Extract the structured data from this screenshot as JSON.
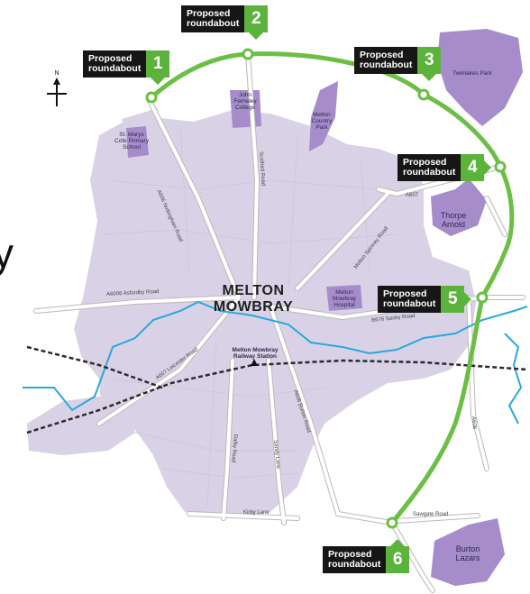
{
  "map": {
    "town_name_line1": "MELTON",
    "town_name_line2": "MOWBRAY",
    "north_label": "N",
    "edge_glyph": "y",
    "callouts": [
      {
        "number": "1",
        "line1": "Proposed",
        "line2": "roundabout"
      },
      {
        "number": "2",
        "line1": "Proposed",
        "line2": "roundabout"
      },
      {
        "number": "3",
        "line1": "Proposed",
        "line2": "roundabout"
      },
      {
        "number": "4",
        "line1": "Proposed",
        "line2": "roundabout"
      },
      {
        "number": "5",
        "line1": "Proposed",
        "line2": "roundabout"
      },
      {
        "number": "6",
        "line1": "Proposed",
        "line2": "roundabout"
      }
    ],
    "places": {
      "john_ferneley": [
        "John",
        "Ferneley",
        "College"
      ],
      "melton_country_park": [
        "Melton",
        "Country",
        "Park"
      ],
      "twinlakes": "Twinlakes Park",
      "st_marys": [
        "St. Marys",
        "Cofe Primary",
        "School"
      ],
      "thorpe_arnold": [
        "Thorpe",
        "Arnold"
      ],
      "hospital": [
        "Melton",
        "Mowbray",
        "Hospital"
      ],
      "station": [
        "Melton Mowbray",
        "Railway Station"
      ],
      "burton_lazars": [
        "Burton",
        "Lazars"
      ]
    },
    "roads": {
      "nottingham": "A606 Nottingham Road",
      "scalford": "Scalford Road",
      "asfordby": "A6006 Asfordby Road",
      "leicester": "A607 Leicester Road",
      "saxby": "B676 Saxby Road",
      "melton_spinney": "Melton Spinney Road",
      "a607": "A607",
      "burton": "A606 Burton Road",
      "dalby": "Dalby Road",
      "sandy": "Sandy Lane",
      "kirby": "Kirby Lane",
      "sawgate": "Sawgate Road",
      "a606": "A606"
    },
    "colors": {
      "relief_road": "#6cbf45",
      "urban": "#d9d2e6",
      "landmark": "#a78ccb",
      "river": "#2aa7dc",
      "road": "#ffffff",
      "road_edge": "#b9b9b9",
      "railway": "#2b2b2b",
      "label_box": "#161616",
      "number_box": "#5cb33c"
    }
  }
}
